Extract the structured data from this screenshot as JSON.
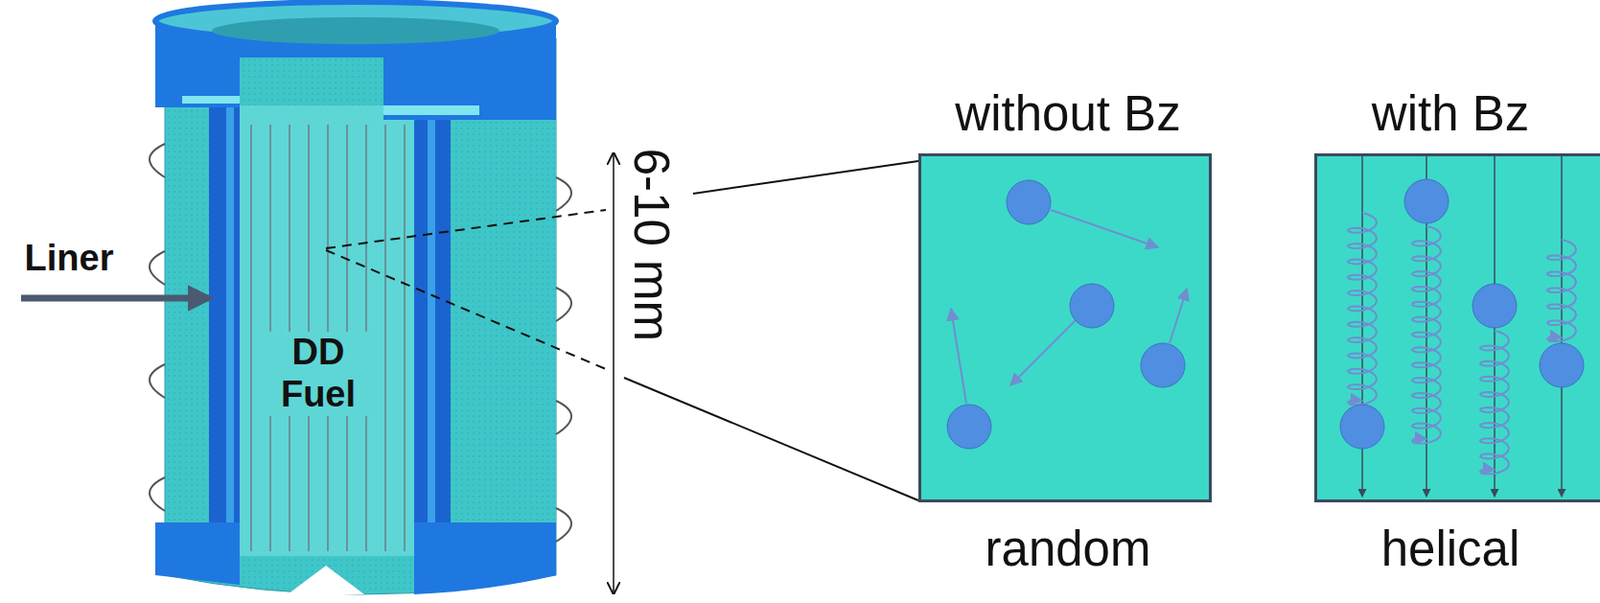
{
  "diagram": {
    "nodes": [
      {
        "text": [
          "without Bz",
          "random"
        ]
      },
      {
        "text": [
          "with Bz",
          "helical"
        ]
      }
    ],
    "labels": [
      "Liner",
      "DD Fuel",
      "6-10 mm"
    ]
  }
}
